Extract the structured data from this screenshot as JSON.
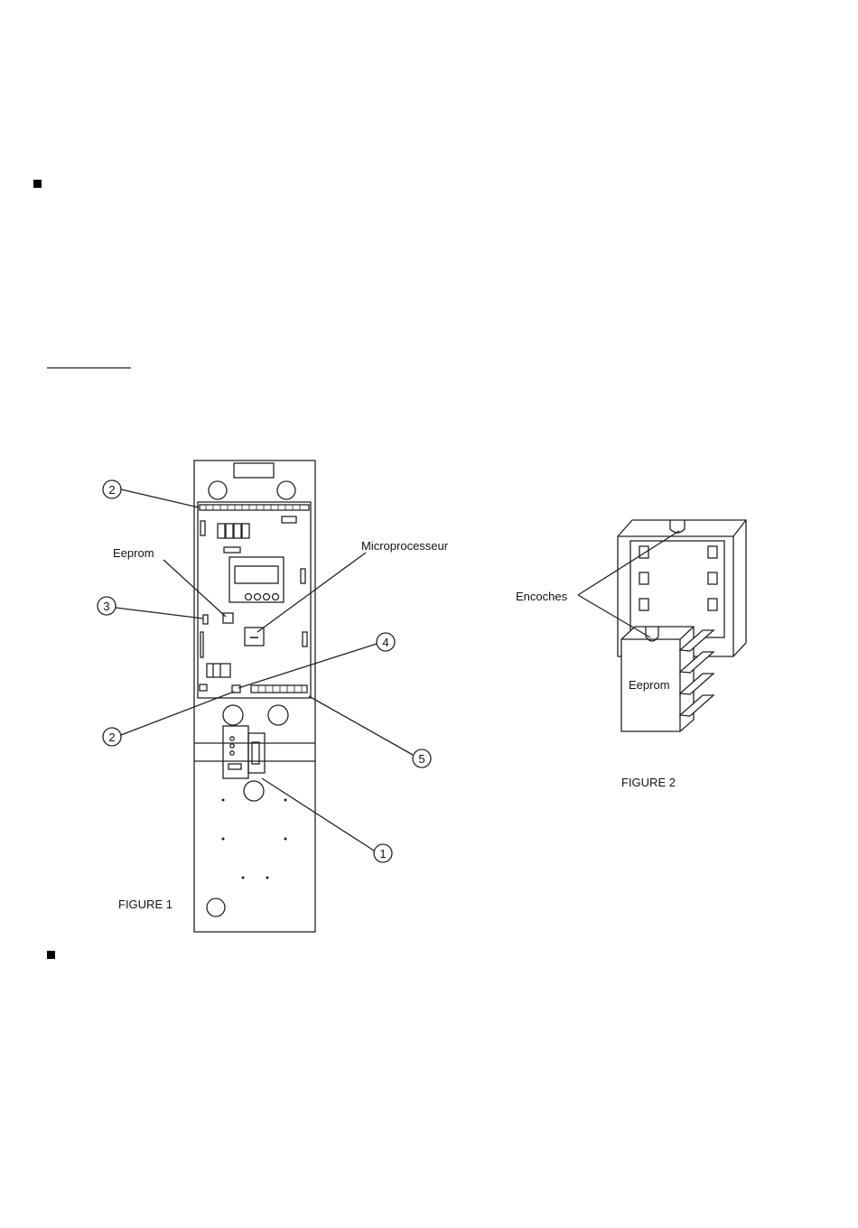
{
  "figure1": {
    "caption": "FIGURE 1",
    "label_eeprom": "Eeprom",
    "label_microprocessor": "Microprocesseur",
    "callouts": [
      "2",
      "3",
      "2",
      "1",
      "4",
      "5"
    ]
  },
  "figure2": {
    "caption": "FIGURE 2",
    "label_notches": "Encoches",
    "label_chip": "Eeprom"
  }
}
